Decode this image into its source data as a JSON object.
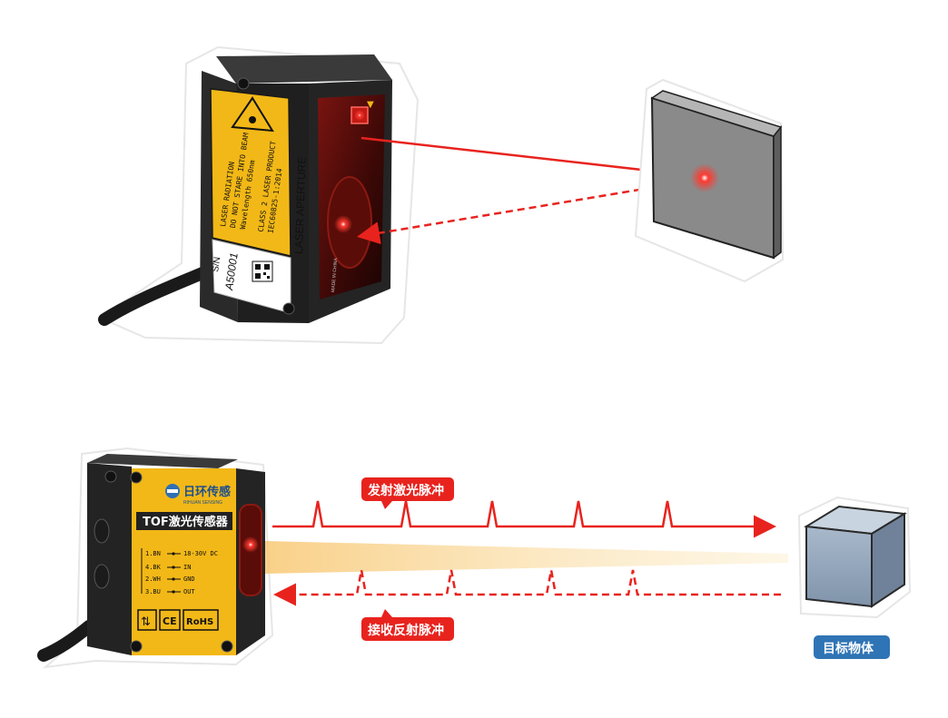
{
  "top_sensor": {
    "sn_label": "S/N",
    "serial": "A50001",
    "aperture_label": "LASER APERTURE",
    "warning_lines": [
      "LASER RADIATION",
      "DO NOT STARE INTO BEAM",
      "Wavelength 650nm",
      "CLASS 2 LASER PRODUCT",
      "IEC60825-1:2014"
    ],
    "made_in": "MADE IN CHINA"
  },
  "bottom_sensor": {
    "brand": "日环传感",
    "brand_sub": "RIHUAN SENSING",
    "model": "TOF激光传感器",
    "pins": [
      {
        "pin": "1.BN",
        "desc": "18-30V DC"
      },
      {
        "pin": "4.BK",
        "desc": "IN"
      },
      {
        "pin": "2.WH",
        "desc": "GND"
      },
      {
        "pin": "3.BU",
        "desc": "OUT"
      }
    ],
    "cert_ce": "CE",
    "cert_rohs": "RoHS"
  },
  "labels": {
    "emit": "发射激光脉冲",
    "receive": "接收反射脉冲",
    "target": "目标物体"
  },
  "colors": {
    "laser_red": "#e8231e",
    "sensor_yellow": "#f2b817",
    "sensor_body": "#262626",
    "target_blue": "#2f74b5",
    "target_grey": "#8a8a8a"
  }
}
